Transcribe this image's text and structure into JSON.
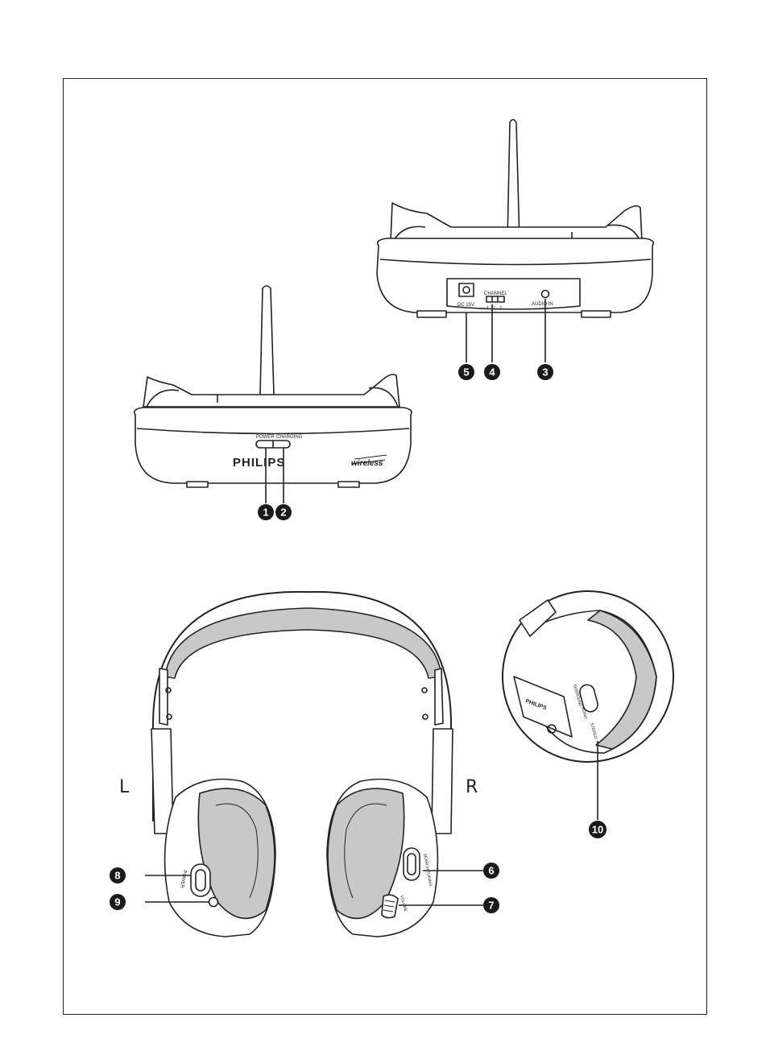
{
  "base_front": {
    "power_label": "POWER",
    "charging_label": "CHARGING",
    "brand": "PHILIPS",
    "wireless_logo": "wireless"
  },
  "base_back": {
    "dc_label": "DC 15V",
    "channel_label": "CHANNEL",
    "channel_numbers": [
      "1",
      "2",
      "3"
    ],
    "audio_in_label": "AUDIO IN"
  },
  "headphones": {
    "left_label": "L",
    "right_label": "R",
    "power_label": "POWER",
    "volume_label": "VOLUME",
    "search_label": "SEARCH TUNING"
  },
  "detail": {
    "brand": "PHILIPS",
    "switch_labels": [
      "SURROUND",
      "MONO",
      "STEREO"
    ]
  },
  "callouts": [
    "1",
    "2",
    "3",
    "4",
    "5",
    "6",
    "7",
    "8",
    "9",
    "10"
  ],
  "colors": {
    "ink": "#222222",
    "pad": "#c8c8c8",
    "callout": "#1a1a1a"
  }
}
